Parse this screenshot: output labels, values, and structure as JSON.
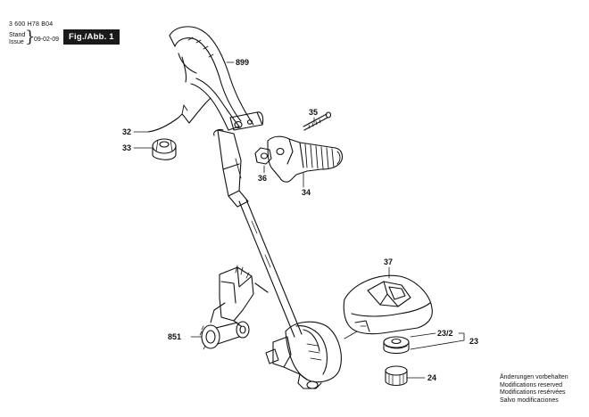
{
  "header": {
    "doc_number": "3 600 H78 B04",
    "stand_label": "Stand",
    "issue_label": "Issue",
    "date": "09-02-09",
    "figure": "Fig./Abb. 1"
  },
  "parts": [
    {
      "id": "899",
      "label": "899"
    },
    {
      "id": "35",
      "label": "35"
    },
    {
      "id": "32",
      "label": "32"
    },
    {
      "id": "33",
      "label": "33"
    },
    {
      "id": "36",
      "label": "36"
    },
    {
      "id": "34",
      "label": "34"
    },
    {
      "id": "37",
      "label": "37"
    },
    {
      "id": "851",
      "label": "851"
    },
    {
      "id": "23-2",
      "label": "23/2"
    },
    {
      "id": "23",
      "label": "23"
    },
    {
      "id": "24",
      "label": "24"
    }
  ],
  "notes": [
    "Änderungen vorbehalten",
    "Modifications reserved",
    "Modifications resérvées",
    "Salvo modificaciones"
  ]
}
